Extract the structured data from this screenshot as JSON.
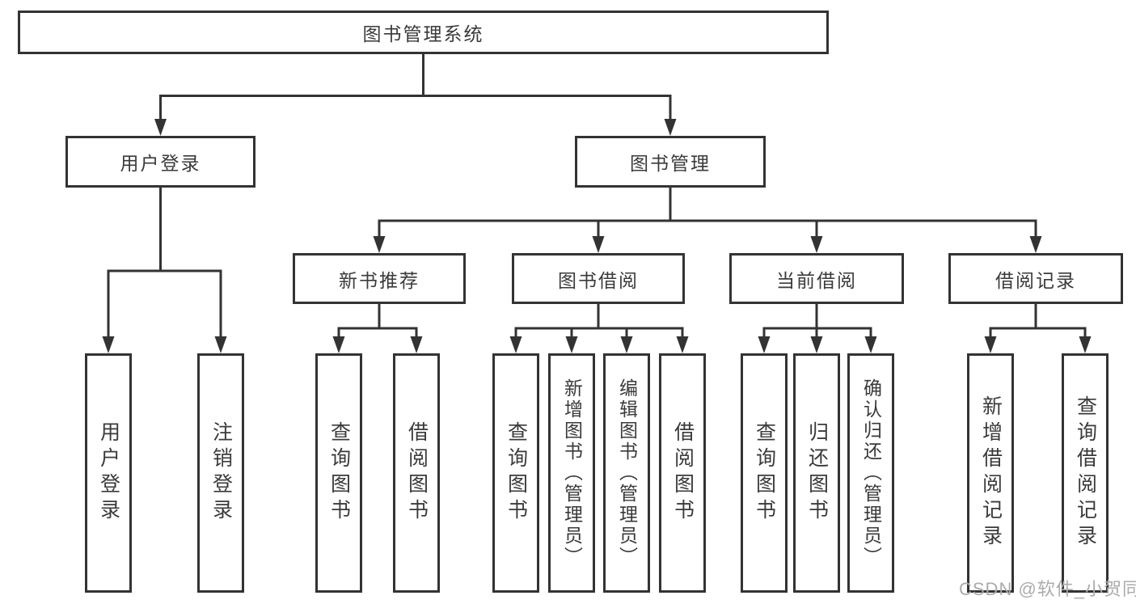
{
  "diagram": {
    "root": {
      "label": "图书管理系统"
    },
    "branches": [
      {
        "label": "用户登录",
        "children": [
          {
            "label": "用户登录"
          },
          {
            "label": "注销登录"
          }
        ]
      },
      {
        "label": "图书管理",
        "children": [
          {
            "label": "新书推荐",
            "children": [
              {
                "label": "查询图书"
              },
              {
                "label": "借阅图书"
              }
            ]
          },
          {
            "label": "图书借阅",
            "children": [
              {
                "label": "查询图书"
              },
              {
                "label": "新增图书（管理员）"
              },
              {
                "label": "编辑图书（管理员）"
              },
              {
                "label": "借阅图书"
              }
            ]
          },
          {
            "label": "当前借阅",
            "children": [
              {
                "label": "查询图书"
              },
              {
                "label": "归还图书"
              },
              {
                "label": "确认归还（管理员）"
              }
            ]
          },
          {
            "label": "借阅记录",
            "children": [
              {
                "label": "新增借阅记录"
              },
              {
                "label": "查询借阅记录"
              }
            ]
          }
        ]
      }
    ],
    "colors": {
      "line": "#333333",
      "border": "#333333",
      "text": "#3a3a3a",
      "watermark": "#ababab"
    }
  },
  "watermark": {
    "text": "CSDN @软件_小贺同学"
  }
}
